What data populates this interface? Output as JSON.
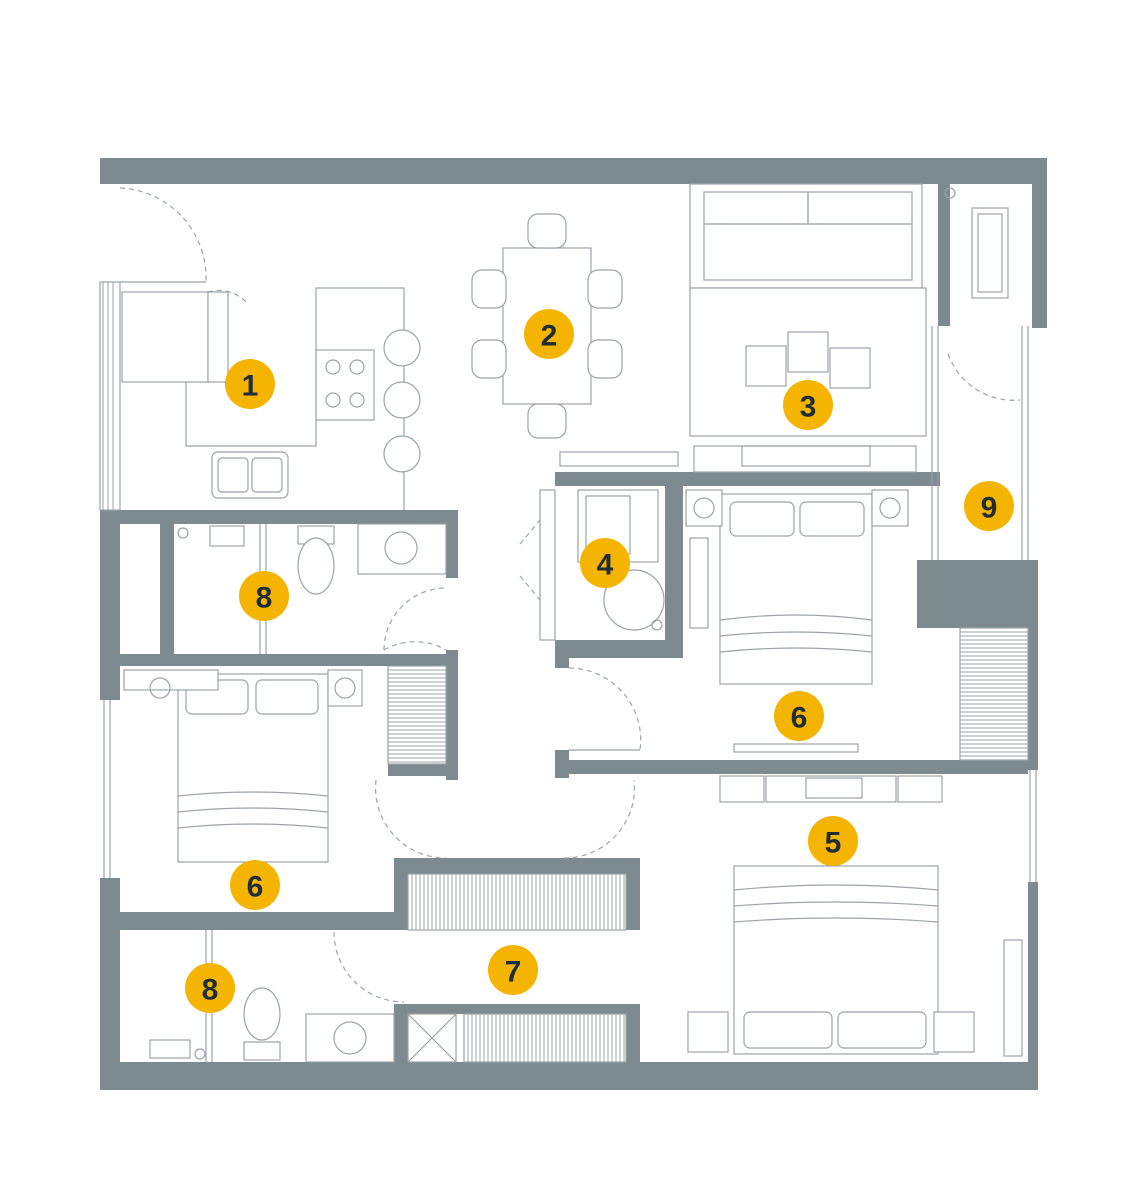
{
  "colors": {
    "wall": "#7d8a8f",
    "line": "#9aa4a8",
    "marker": "#f4b400",
    "marker_text": "#1f2d36",
    "background": "#ffffff"
  },
  "rooms": [
    {
      "id": "kitchen",
      "label": "1"
    },
    {
      "id": "dining",
      "label": "2"
    },
    {
      "id": "living",
      "label": "3"
    },
    {
      "id": "laundry",
      "label": "4"
    },
    {
      "id": "master-bedroom",
      "label": "5"
    },
    {
      "id": "bedroom-east",
      "label": "6"
    },
    {
      "id": "bedroom-west",
      "label": "6"
    },
    {
      "id": "corridor",
      "label": "7"
    },
    {
      "id": "bathroom-north",
      "label": "8"
    },
    {
      "id": "bathroom-south",
      "label": "8"
    },
    {
      "id": "balcony",
      "label": "9"
    }
  ]
}
